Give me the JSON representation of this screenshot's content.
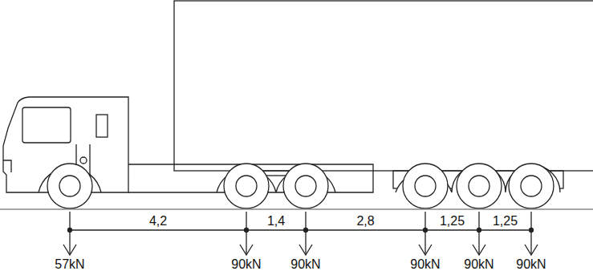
{
  "diagram": {
    "labels": [
      "4,2",
      "1,4",
      "2,8",
      "1,25",
      "1,25",
      "57kN",
      "90kN",
      "90kN",
      "90kN",
      "90kN",
      "90kN"
    ]
  }
}
